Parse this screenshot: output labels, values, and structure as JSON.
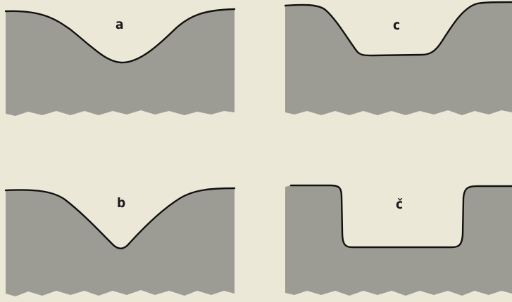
{
  "colors": {
    "background": "#ece8d8",
    "terrain": "#9c9c94",
    "outline": "#111111"
  },
  "panels": [
    {
      "id": "a",
      "label": "a",
      "profile": "broad-rounded-valley"
    },
    {
      "id": "b",
      "label": "b",
      "profile": "v-shaped-valley"
    },
    {
      "id": "c",
      "label": "c",
      "profile": "flat-bottomed-valley"
    },
    {
      "id": "cc",
      "label": "č",
      "profile": "steep-sided-u-shaped-valley"
    }
  ]
}
